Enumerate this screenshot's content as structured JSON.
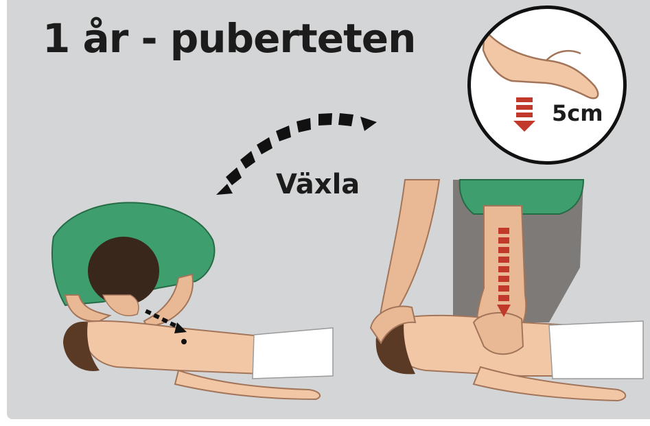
{
  "title": "1 år - puberteten",
  "switch_label": "Växla",
  "depth": {
    "value_label": "5cm"
  },
  "colors": {
    "background": "#d4d5d6",
    "shirt": "#3f9e6d",
    "skin": "#f2c7a6",
    "hair": "#3a271c",
    "arrow": "#c0392b",
    "text": "#1c1c1c"
  },
  "icons": [
    "curved-dashed-arrow-icon",
    "compression-arrow-icon",
    "hand-icon",
    "breath-arrow-icon"
  ]
}
